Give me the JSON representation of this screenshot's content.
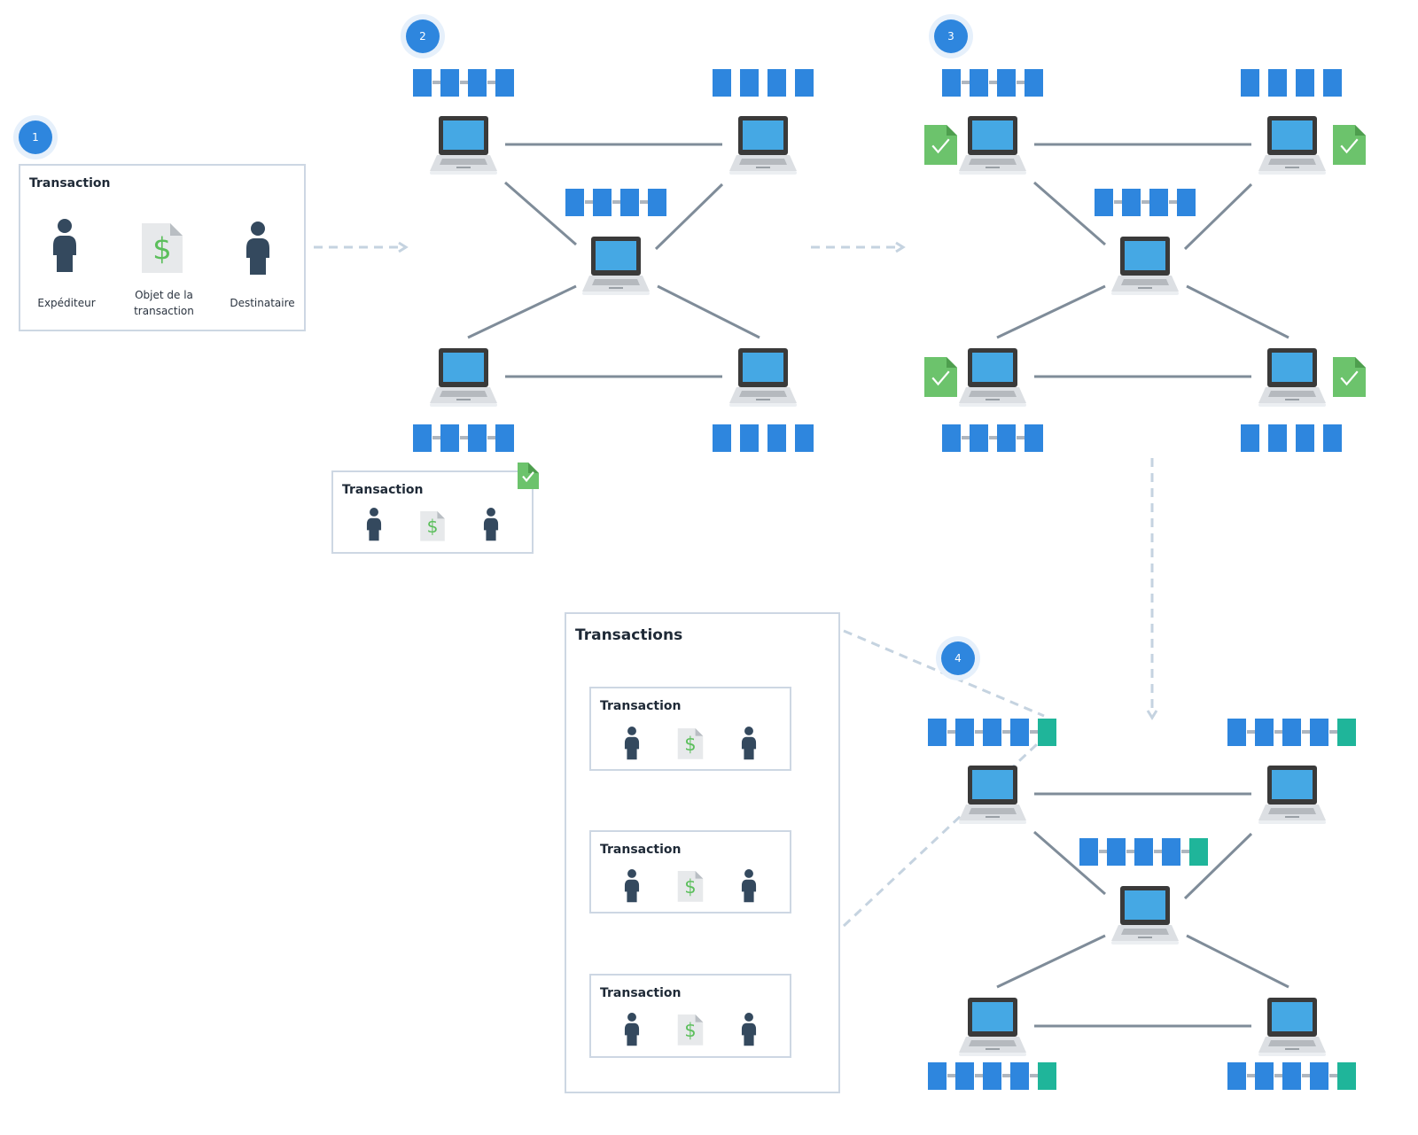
{
  "colors": {
    "block": "#2e86de",
    "new_block": "#1fb59a",
    "link": "#7f8c99",
    "flow_arrow": "#c5d3e0",
    "check": "#6cc36c",
    "screen": "#45a8e4",
    "person": "#34495e",
    "doc_dollar": "#5cbf5c"
  },
  "steps": [
    "1",
    "2",
    "3",
    "4"
  ],
  "step1": {
    "title": "Transaction",
    "sender": "Expéditeur",
    "object": "Objet de la transaction",
    "recipient": "Destinataire",
    "icons": [
      "person-icon",
      "dollar-document-icon",
      "person-icon"
    ]
  },
  "step2": {
    "pending_transaction_title": "Transaction",
    "verified_mark": "check-icon"
  },
  "step4": {
    "block_title": "Transactions",
    "items": [
      {
        "title": "Transaction"
      },
      {
        "title": "Transaction"
      },
      {
        "title": "Transaction"
      }
    ]
  }
}
